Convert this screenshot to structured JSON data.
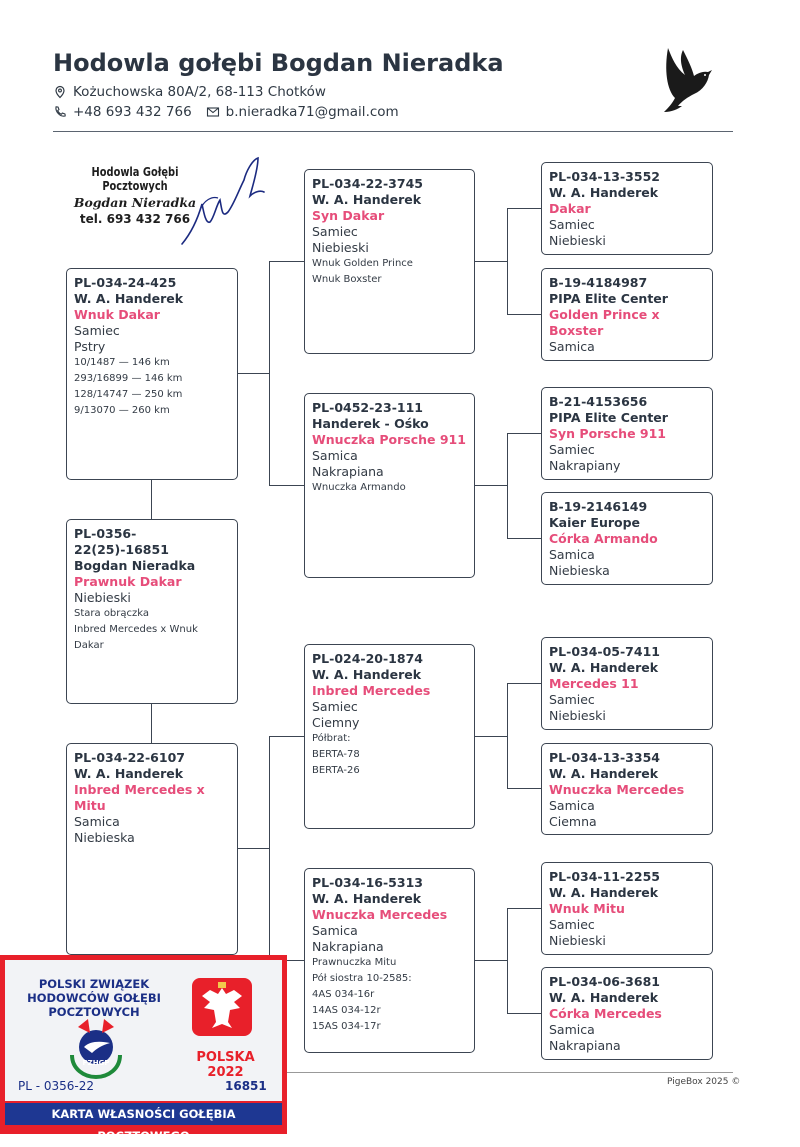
{
  "header": {
    "title": "Hodowla gołębi Bogdan Nieradka",
    "address": "Kożuchowska 80A/2, 68-113 Chotków",
    "phone": "+48 693 432 766",
    "email": "b.nieradka71@gmail.com"
  },
  "stamp": {
    "line1": "Hodowla Gołębi Pocztowych",
    "line2": "Bogdan Nieradka",
    "line3": "tel. 693 432 766"
  },
  "pedigree": {
    "gen1": [
      {
        "ring": "PL-034-24-425",
        "breeder": "W. A. Handerek",
        "name": "Wnuk Dakar",
        "lines": [
          "Samiec",
          "Pstry"
        ],
        "notes": [
          "10/1487 — 146 km",
          "293/16899 — 146 km",
          "128/14747 — 250 km",
          "9/13070 — 260 km"
        ]
      },
      {
        "ring": "PL-0356-22(25)-16851",
        "breeder": "Bogdan Nieradka",
        "name": "Prawnuk Dakar",
        "lines": [
          "Niebieski"
        ],
        "notes": [
          "Stara obrączka",
          "Inbred Mercedes x Wnuk Dakar"
        ]
      },
      {
        "ring": "PL-034-22-6107",
        "breeder": "W. A. Handerek",
        "name": "Inbred Mercedes x Mitu",
        "lines": [
          "Samica",
          "Niebieska"
        ],
        "notes": []
      }
    ],
    "gen2": [
      {
        "ring": "PL-034-22-3745",
        "breeder": "W. A. Handerek",
        "name": "Syn Dakar",
        "lines": [
          "Samiec",
          "Niebieski"
        ],
        "notes": [
          "Wnuk Golden Prince",
          "Wnuk Boxster"
        ]
      },
      {
        "ring": "PL-0452-23-111",
        "breeder": "Handerek - Ośko",
        "name": "Wnuczka Porsche 911",
        "lines": [
          "Samica",
          "Nakrapiana"
        ],
        "notes": [
          "Wnuczka Armando"
        ]
      },
      {
        "ring": "PL-024-20-1874",
        "breeder": "W. A. Handerek",
        "name": "Inbred Mercedes",
        "lines": [
          "Samiec",
          "Ciemny"
        ],
        "notes": [
          "Półbrat:",
          "BERTA-78",
          "BERTA-26"
        ]
      },
      {
        "ring": "PL-034-16-5313",
        "breeder": "W. A. Handerek",
        "name": "Wnuczka Mercedes",
        "lines": [
          "Samica",
          "Nakrapiana"
        ],
        "notes": [
          "Prawnuczka Mitu",
          "Pół siostra 10-2585:",
          "4AS 034-16r",
          "14AS 034-12r",
          "15AS 034-17r"
        ]
      }
    ],
    "gen3": [
      {
        "ring": "PL-034-13-3552",
        "breeder": "W. A. Handerek",
        "name": "Dakar",
        "lines": [
          "Samiec",
          "Niebieski"
        ],
        "notes": []
      },
      {
        "ring": "B-19-4184987",
        "breeder": "PIPA Elite Center",
        "name": "Golden Prince x Boxster",
        "lines": [
          "Samica"
        ],
        "notes": []
      },
      {
        "ring": "B-21-4153656",
        "breeder": "PIPA Elite Center",
        "name": "Syn Porsche 911",
        "lines": [
          "Samiec",
          "Nakrapiany"
        ],
        "notes": []
      },
      {
        "ring": "B-19-2146149",
        "breeder": "Kaier Europe",
        "name": "Córka Armando",
        "lines": [
          "Samica",
          "Niebieska"
        ],
        "notes": []
      },
      {
        "ring": "PL-034-05-7411",
        "breeder": "W. A. Handerek",
        "name": "Mercedes 11",
        "lines": [
          "Samiec",
          "Niebieski"
        ],
        "notes": []
      },
      {
        "ring": "PL-034-13-3354",
        "breeder": "W. A. Handerek",
        "name": "Wnuczka Mercedes",
        "lines": [
          "Samica",
          "Ciemna"
        ],
        "notes": []
      },
      {
        "ring": "PL-034-11-2255",
        "breeder": "W. A. Handerek",
        "name": "Wnuk Mitu",
        "lines": [
          "Samiec",
          "Niebieski"
        ],
        "notes": []
      },
      {
        "ring": "PL-034-06-3681",
        "breeder": "W. A. Handerek",
        "name": "Córka Mercedes",
        "lines": [
          "Samica",
          "Nakrapiana"
        ],
        "notes": []
      }
    ]
  },
  "footer": {
    "text": "PigeBox 2025 ©"
  },
  "ownership_card": {
    "header": "POLSKI ZWIĄZEK HODOWCÓW GOŁĘBI POCZTOWYCH",
    "logo_text": "PZHGP",
    "country": "POLSKA 2022",
    "ring_prefix": "PL - 0356-22",
    "ring_number": "16851",
    "bar_text": "KARTA WŁASNOŚCI GOŁĘBIA POCZTOWEGO"
  },
  "colors": {
    "accent_pink": "#e64d7a",
    "text_dark": "#2b3542",
    "card_red": "#e8202a",
    "card_blue": "#1e3792"
  }
}
